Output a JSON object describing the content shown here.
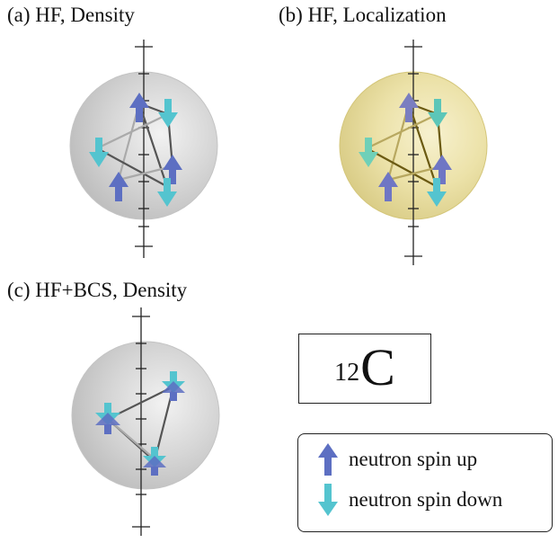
{
  "panels": {
    "a": {
      "title": "(a) HF, Density"
    },
    "b": {
      "title": "(b) HF, Localization"
    },
    "c": {
      "title": "(c) HF+BCS, Density"
    }
  },
  "nucleus": {
    "mass_number": "12",
    "symbol": "C"
  },
  "legend": {
    "spin_up": "neutron spin up",
    "spin_down": "neutron spin down"
  },
  "colors": {
    "spin_up": "#5d6fc2",
    "spin_down": "#54c4cf",
    "density_sphere": "#d0d0d0",
    "localization_sphere": "#e9e0a6"
  }
}
